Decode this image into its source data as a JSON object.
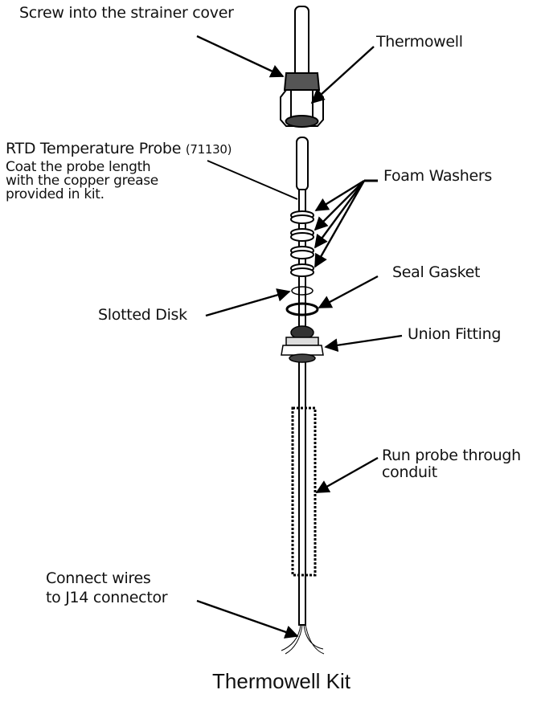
{
  "title": "Thermowell Kit",
  "labels": {
    "screw": "Screw into the strainer cover",
    "thermowell": "Thermowell",
    "rtd_title": "RTD Temperature Probe",
    "rtd_part": "(71130)",
    "rtd_note_1": "Coat the probe length",
    "rtd_note_2": "with the copper grease",
    "rtd_note_3": "provided in kit.",
    "foam_washers": "Foam Washers",
    "seal_gasket": "Seal Gasket",
    "slotted_disk": "Slotted Disk",
    "union_fitting": "Union Fitting",
    "conduit_1": "Run probe through",
    "conduit_2": "conduit",
    "wires_1": "Connect wires",
    "wires_2": "to J14 connector"
  }
}
